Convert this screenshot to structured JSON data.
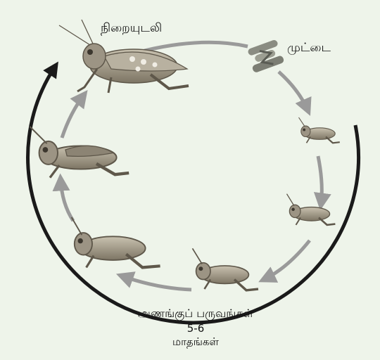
{
  "diagram": {
    "stages": {
      "adult": "நிறையுடலி",
      "egg": "முட்டை",
      "nymph": "அணங்குப் பருவங்கள்"
    },
    "duration": {
      "range": "5-6",
      "unit": "மாதங்கள்"
    },
    "colors": {
      "background": "#eef4ea",
      "inner_arrow": "#9a9a9a",
      "outer_arc": "#1a1a1a",
      "egg": "#8a8c82",
      "grasshopper_body": "#a39a86",
      "grasshopper_dark": "#5e574a"
    }
  }
}
